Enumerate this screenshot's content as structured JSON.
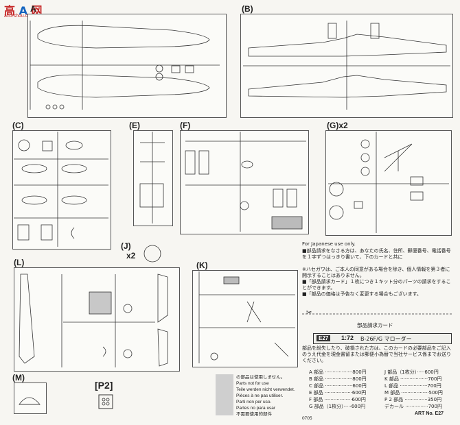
{
  "logo": {
    "text": "ano.shou.com"
  },
  "sprues": {
    "A": "A",
    "B": "(B)",
    "C": "(C)",
    "E": "(E)",
    "F": "(F)",
    "G": "(G)x2",
    "J": "(J)",
    "J_count": "x2",
    "K": "(K)",
    "L": "(L)",
    "M": "(M)",
    "P2": "[P2]"
  },
  "order": {
    "japanese_use": "For Japanese use only.",
    "jp_paragraphs": [
      "■部品請求をなさる方は、あなたの氏名、住所、郵便番号、電話番号を１字ずつはっきり書いて、下のカードと共に",
      "※ハセガワは、ご本人の同意がある場合を除き、個人情報を第３者に開示することはありません。",
      "■「部品請求カード」１枚につき１キット分のパーツの請求をすることができます。",
      "■「部品の価格は予告なく変更する場合もございます。"
    ],
    "card_title": "部品請求カード",
    "code": "E27",
    "scale": "1:72",
    "model": "B-26F/G マローダー",
    "card_note": "部品を紛失したり、破損された方は、このカードの必要部品をご記入のうえ代金を現金書留または郵便小為替で当社サービス係までお送りください。",
    "prices_left": [
      "A 部品 ··················800円",
      "B 部品 ··················800円",
      "C 部品 ··················600円",
      "E 部品 ··················600円",
      "F 部品 ··················600円",
      "G 部品（1枚分）·····600円"
    ],
    "prices_right": [
      "J 部品（1枚分）·····600円",
      "K 部品 ··················700円",
      "L 部品 ··················700円",
      "M 部品 ··················500円",
      "P 2 部品 ···············350円",
      "デカール ···············700円"
    ],
    "art_no": "ART No. E27"
  },
  "notes": {
    "lines": [
      "の部品は使用しません。",
      "Parts not for use",
      "Teile werden nicht verwendet.",
      "Pièces à ne pas utiliser.",
      "Parti non per uso.",
      "Partes no para usar",
      "不需要使用的部件"
    ],
    "footer_code": "0705"
  }
}
